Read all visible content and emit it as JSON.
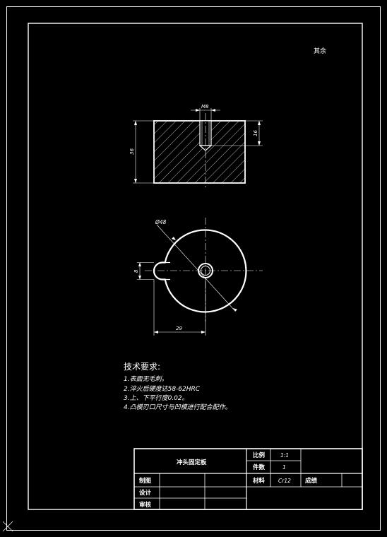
{
  "drawing": {
    "corner_note": "其余",
    "dims": {
      "thread": "M8",
      "depth": "16",
      "height": "36",
      "diameter": "Ø48",
      "slot_width": "8",
      "offset": "29"
    },
    "tech_req": {
      "title": "技术要求:",
      "lines": [
        "1.表面无毛刺。",
        "2.淬火后硬度达58-62HRC",
        "3.上、下平行度0.02。",
        "4.凸模刃口尺寸与凹模进行配合配作。"
      ]
    },
    "title_block": {
      "part_name": "冲头固定板",
      "scale_label": "比例",
      "scale_value": "1:1",
      "qty_label": "件数",
      "qty_value": "1",
      "material_label": "材料",
      "material_value": "Cr12",
      "result_label": "成绩",
      "draw_label": "制图",
      "design_label": "设计",
      "review_label": "审核"
    }
  }
}
